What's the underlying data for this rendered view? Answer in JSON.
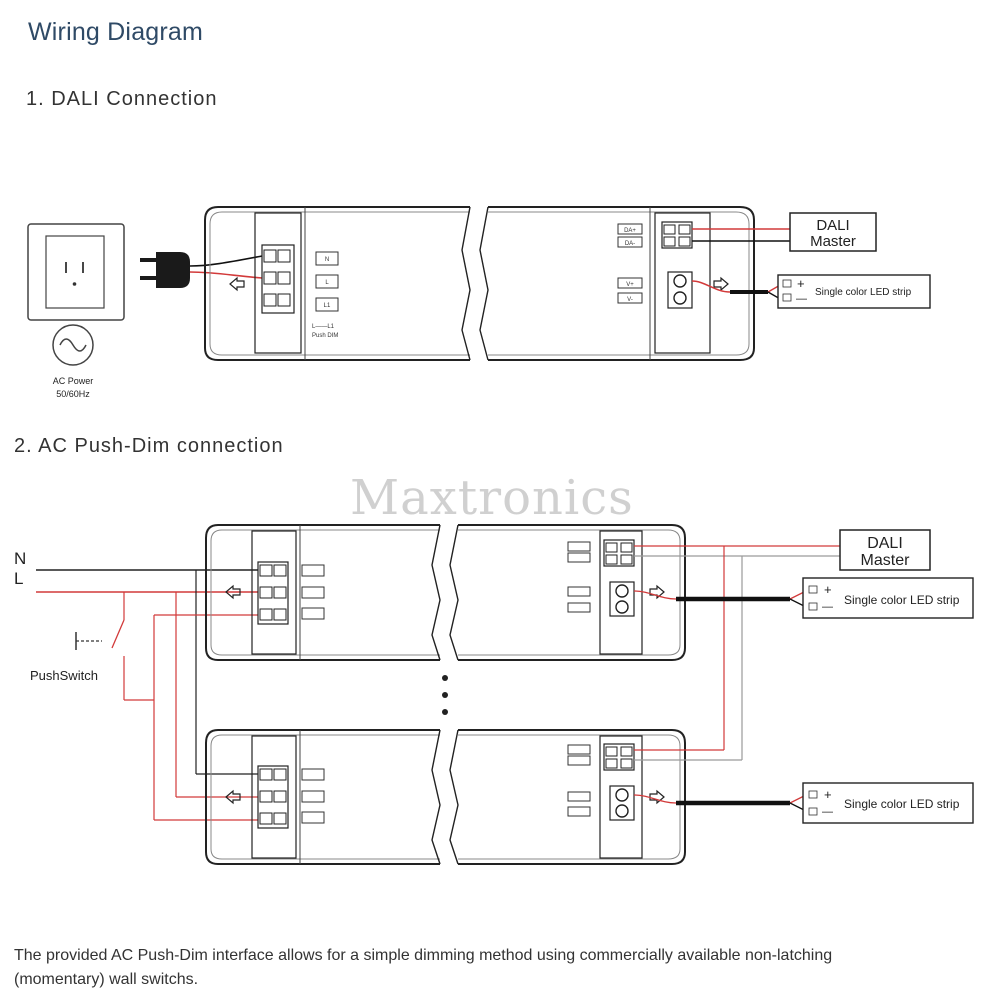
{
  "title": "Wiring Diagram",
  "section1": {
    "heading": "1. DALI Connection",
    "ac_power": "AC Power",
    "ac_freq": "50/60Hz",
    "terminal_n": "N",
    "terminal_l": "L",
    "terminal_l1": "L1",
    "push_note_line1": "L——L1",
    "push_note_line2": "Push DIM",
    "dali_plus": "DA+",
    "dali_minus": "DA-",
    "v_plus": "V+",
    "v_minus": "V-",
    "master_line1": "DALI",
    "master_line2": "Master",
    "led_plus": "+",
    "led_minus": "—",
    "led_strip": "Single color LED strip"
  },
  "section2": {
    "heading": "2. AC Push-Dim connection",
    "n_label": "N",
    "l_label": "L",
    "push_switch": "PushSwitch",
    "master_line1": "DALI",
    "master_line2": "Master",
    "led_strip": "Single color LED strip"
  },
  "watermark": "Maxtronics",
  "footnote": "The provided AC Push-Dim interface allows for a simple dimming method using commercially available non-latching (momentary) wall switchs.",
  "colors": {
    "title": "#2f4a66",
    "red_wire": "#d23a3a",
    "black_wire": "#111111",
    "grey_wire": "#9a9a9a"
  }
}
